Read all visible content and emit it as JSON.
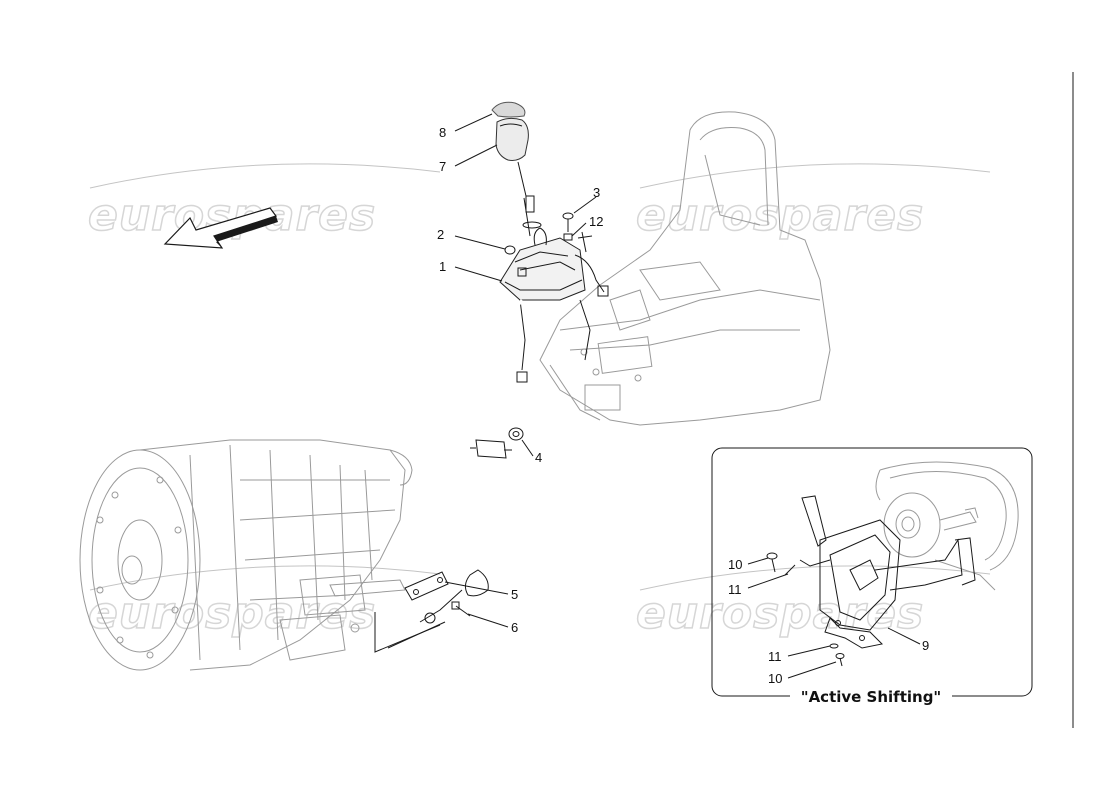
{
  "watermark": {
    "text": "eurospares",
    "color": "#d6d6d6"
  },
  "callouts": {
    "c1": "1",
    "c2": "2",
    "c3": "3",
    "c4": "4",
    "c5": "5",
    "c6": "6",
    "c7": "7",
    "c8": "8",
    "c9": "9",
    "c10a": "10",
    "c10b": "10",
    "c11a": "11",
    "c11b": "11",
    "c12": "12"
  },
  "inset": {
    "caption": "\"Active Shifting\""
  },
  "icons": {
    "direction_arrow": "front-direction-arrow-icon"
  }
}
